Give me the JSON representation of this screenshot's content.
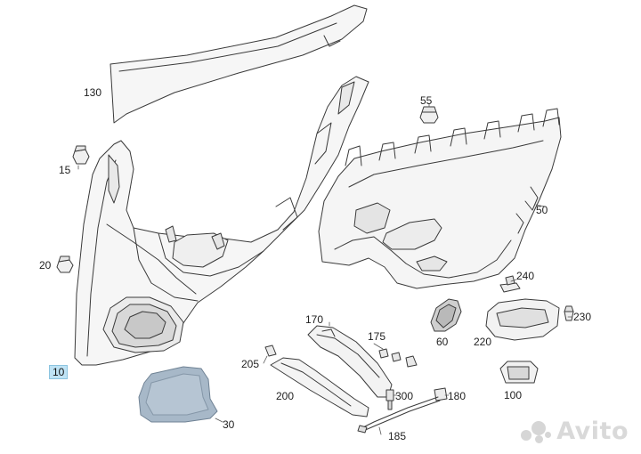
{
  "parts": [
    {
      "id": "label-130",
      "text": "130"
    },
    {
      "id": "label-55",
      "text": "55"
    },
    {
      "id": "label-15",
      "text": "15"
    },
    {
      "id": "label-50",
      "text": "50"
    },
    {
      "id": "label-20",
      "text": "20"
    },
    {
      "id": "label-240",
      "text": "240"
    },
    {
      "id": "label-230",
      "text": "230"
    },
    {
      "id": "label-170",
      "text": "170"
    },
    {
      "id": "label-175",
      "text": "175"
    },
    {
      "id": "label-60",
      "text": "60"
    },
    {
      "id": "label-220",
      "text": "220"
    },
    {
      "id": "label-10",
      "text": "10",
      "highlighted": true
    },
    {
      "id": "label-205",
      "text": "205"
    },
    {
      "id": "label-100",
      "text": "100"
    },
    {
      "id": "label-200",
      "text": "200"
    },
    {
      "id": "label-300",
      "text": "300"
    },
    {
      "id": "label-180",
      "text": "180"
    },
    {
      "id": "label-30",
      "text": "30"
    },
    {
      "id": "label-185",
      "text": "185"
    }
  ],
  "watermark": {
    "text": "Avito"
  },
  "colors": {
    "line": "#3a3a3a",
    "panel_fill": "#f4f4f4",
    "highlight_fill": "#a7b8c8",
    "label_highlight": "#bfe3f5"
  }
}
